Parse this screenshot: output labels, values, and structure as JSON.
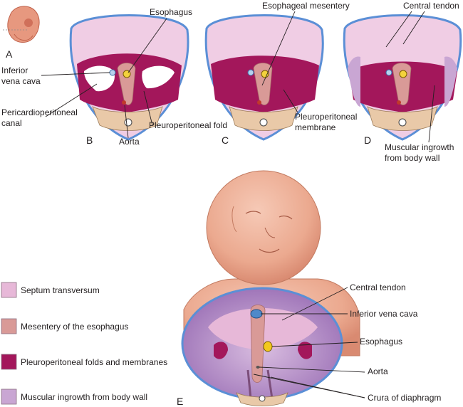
{
  "panel_letters": {
    "a": "A",
    "b": "B",
    "c": "C",
    "d": "D",
    "e": "E"
  },
  "labels_b": {
    "esophagus": "Esophagus",
    "inferior_vena_cava_1": "Inferior",
    "inferior_vena_cava_2": "vena cava",
    "pericardioperitoneal_1": "Pericardioperitoneal",
    "pericardioperitoneal_2": "canal",
    "pleuroperitoneal_fold": "Pleuroperitoneal fold",
    "aorta": "Aorta"
  },
  "labels_c": {
    "esophageal_mesentery": "Esophageal mesentery",
    "pleuroperitoneal_membrane_1": "Pleuroperitoneal",
    "pleuroperitoneal_membrane_2": "membrane"
  },
  "labels_d": {
    "central_tendon": "Central tendon",
    "muscular_ingrowth_1": "Muscular ingrowth",
    "muscular_ingrowth_2": "from body wall"
  },
  "labels_e": {
    "central_tendon": "Central tendon",
    "inferior_vena_cava": "Inferior vena cava",
    "esophagus": "Esophagus",
    "aorta": "Aorta",
    "crura": "Crura of diaphragm"
  },
  "legend": [
    {
      "label": "Septum transversum",
      "color": "#e7b8d8"
    },
    {
      "label": "Mesentery of the esophagus",
      "color": "#d99a97"
    },
    {
      "label": "Pleuroperitoneal folds and membranes",
      "color": "#a3175b"
    },
    {
      "label": "Muscular ingrowth from body wall",
      "color": "#c9a6d3"
    }
  ]
}
